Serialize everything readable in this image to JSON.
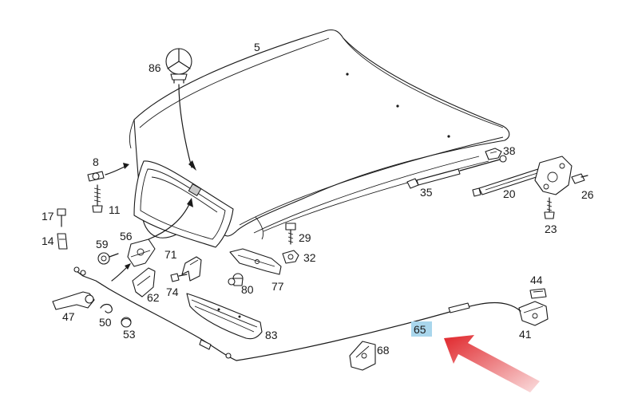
{
  "diagram": {
    "part_numbers": {
      "hood": "5",
      "star_emblem": "86",
      "clip_8": "8",
      "screw_11": "11",
      "bolt_17": "17",
      "bracket_14": "14",
      "nut_59": "59",
      "latch_56": "56",
      "bracket_71": "71",
      "bolt_74": "74",
      "bracket_62": "62",
      "hood_release_lever": "47",
      "spring_50": "50",
      "clip_53": "53",
      "grille_molding": "83",
      "bumper_80": "80",
      "bracket_77": "77",
      "stop_32": "32",
      "bolt_29": "29",
      "gas_strut": "35",
      "bracket_38": "38",
      "hinge_strut": "20",
      "hinge": "26",
      "bolt_23": "23",
      "cable_clip": "44",
      "cable_end_holder": "41",
      "release_cable": "65",
      "cable_holder": "68"
    },
    "highlight": {
      "part": "65",
      "highlight_color": "#a9d6ec",
      "arrow_color": "#e0262b"
    }
  }
}
